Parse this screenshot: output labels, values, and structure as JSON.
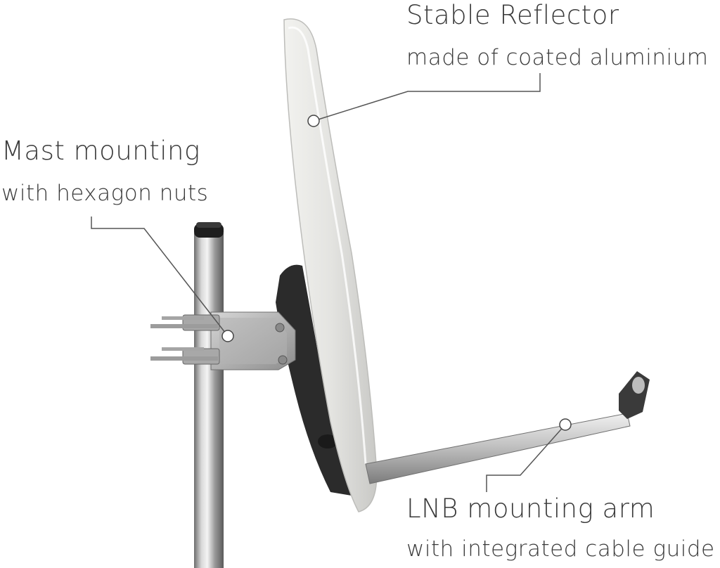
{
  "callouts": {
    "reflector": {
      "title": "Stable Reflector",
      "subtitle": "made of coated aluminium"
    },
    "mast": {
      "title": "Mast mounting",
      "subtitle": "with hexagon nuts"
    },
    "lnb": {
      "title": "LNB mounting arm",
      "subtitle": "with integrated cable guide"
    }
  },
  "colors": {
    "text": "#3a3a3a",
    "callout_line": "#555555",
    "dish": "#e6e6e3",
    "pole": "#9a9a9a",
    "bracket_back": "#2b2b2b"
  }
}
